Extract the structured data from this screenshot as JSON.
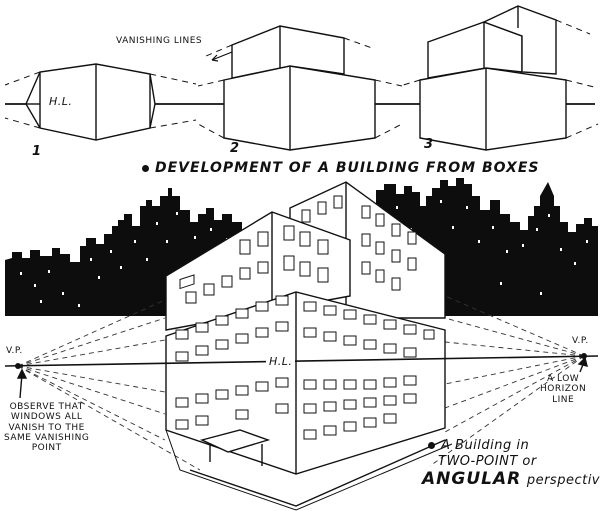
{
  "top_diagram": {
    "vanishing_lines_label": "VANISHING LINES",
    "hl_label": "H.L.",
    "step_numbers": [
      "1",
      "2",
      "3"
    ],
    "title": "DEVELOPMENT OF A BUILDING FROM BOXES"
  },
  "bottom_diagram": {
    "vp_left": "V.P.",
    "vp_right": "V.P.",
    "hl_label": "H.L.",
    "low_horizon_note": "A LOW\nHORIZON\nLINE",
    "windows_note": "OBSERVE THAT\nWINDOWS ALL\nVANISH TO THE\nSAME VANISHING\nPOINT",
    "caption_line1": "A Building in",
    "caption_line2": "TWO-POINT or",
    "caption_big": "ANGULAR",
    "caption_small": "perspective"
  }
}
